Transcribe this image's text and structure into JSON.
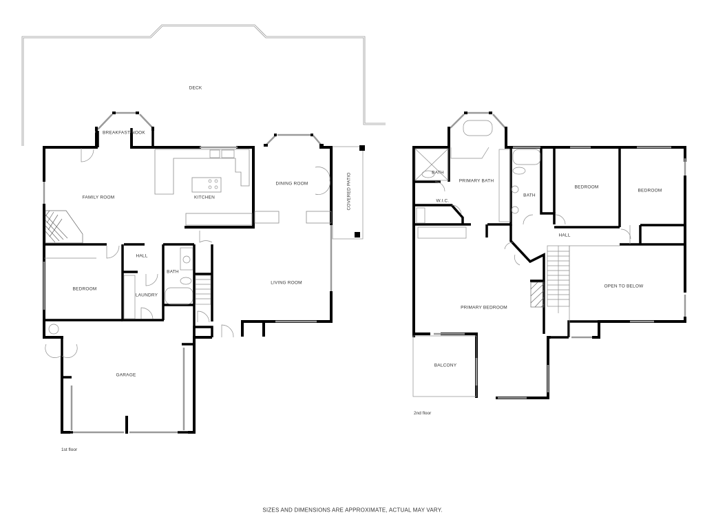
{
  "floors": [
    {
      "label": "1st floor",
      "rooms": {
        "deck": "DECK",
        "breakfast_nook": "BREAKFAST NOOK",
        "family_room": "FAMILY ROOM",
        "kitchen": "KITCHEN",
        "dining_room": "DINING ROOM",
        "covered_patio": "COVERED PATIO",
        "living_room": "LIVING ROOM",
        "hall": "HALL",
        "bath": "BATH",
        "bedroom": "BEDROOM",
        "laundry": "LAUNDRY",
        "garage": "GARAGE"
      }
    },
    {
      "label": "2nd floor",
      "rooms": {
        "bath_small": "BATH",
        "primary_bath": "PRIMARY BATH",
        "wic": "W.I.C.",
        "bath": "BATH",
        "bedroom_1": "BEDROOM",
        "bedroom_2": "BEDROOM",
        "hall": "HALL",
        "primary_bedroom": "PRIMARY BEDROOM",
        "open_to_below": "OPEN TO BELOW",
        "balcony": "BALCONY"
      }
    }
  ],
  "disclaimer": "SIZES AND DIMENSIONS ARE APPROXIMATE, ACTUAL MAY VARY.",
  "colors": {
    "wall": "#000000",
    "outline": "#8a8a8a",
    "text": "#333333",
    "background": "#ffffff"
  }
}
